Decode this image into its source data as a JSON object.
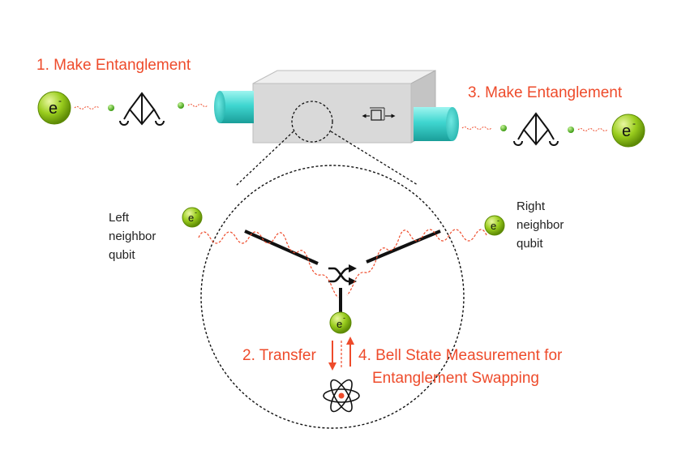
{
  "steps": {
    "step1": "1. Make Entanglement",
    "step2": "2. Transfer",
    "step3": "3. Make Entanglement",
    "step4_line1": "4. Bell State Measurement for",
    "step4_line2": "Entanglement Swapping"
  },
  "labels": {
    "left_line1": "Left",
    "left_line2": "neighbor",
    "left_line3": "qubit",
    "right_line1": "Right",
    "right_line2": "neighbor",
    "right_line3": "qubit"
  },
  "electron": {
    "symbol": "e",
    "charge": "-"
  },
  "colors": {
    "accent_red": "#ee4b2b",
    "electron_green": "#9acd1e",
    "fiber_cyan": "#3fd6d0",
    "box_gray": "#d9d9d9",
    "photon_green": "#5cc020"
  },
  "icons": [
    "electron-icon",
    "beam-splitter-detector-icon",
    "photon-icon",
    "optical-fiber-icon",
    "switch-arrows-icon",
    "atom-nucleus-icon",
    "swap-arrows-icon"
  ]
}
